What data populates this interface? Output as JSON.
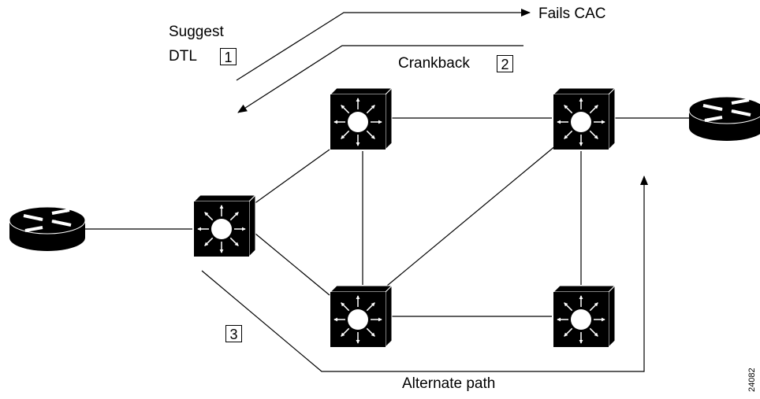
{
  "labels": {
    "suggest": "Suggest",
    "dtl": "DTL",
    "step1": "1",
    "fails_cac": "Fails CAC",
    "crankback": "Crankback",
    "step2": "2",
    "step3": "3",
    "alternate_path": "Alternate path",
    "figure_id": "24082"
  },
  "colors": {
    "device_fill": "#000000",
    "line": "#000000",
    "background": "#ffffff"
  },
  "nodes": [
    {
      "id": "router-left",
      "kind": "router"
    },
    {
      "id": "switch-a",
      "kind": "atm-switch"
    },
    {
      "id": "switch-b",
      "kind": "atm-switch"
    },
    {
      "id": "switch-c",
      "kind": "atm-switch"
    },
    {
      "id": "switch-d",
      "kind": "atm-switch"
    },
    {
      "id": "switch-e",
      "kind": "atm-switch"
    },
    {
      "id": "router-right",
      "kind": "router"
    }
  ],
  "links": [
    [
      "router-left",
      "switch-a"
    ],
    [
      "switch-a",
      "switch-b"
    ],
    [
      "switch-a",
      "switch-d"
    ],
    [
      "switch-b",
      "switch-c"
    ],
    [
      "switch-b",
      "switch-d"
    ],
    [
      "switch-c",
      "switch-d"
    ],
    [
      "switch-c",
      "switch-e"
    ],
    [
      "switch-d",
      "switch-e"
    ],
    [
      "switch-c",
      "router-right"
    ]
  ]
}
